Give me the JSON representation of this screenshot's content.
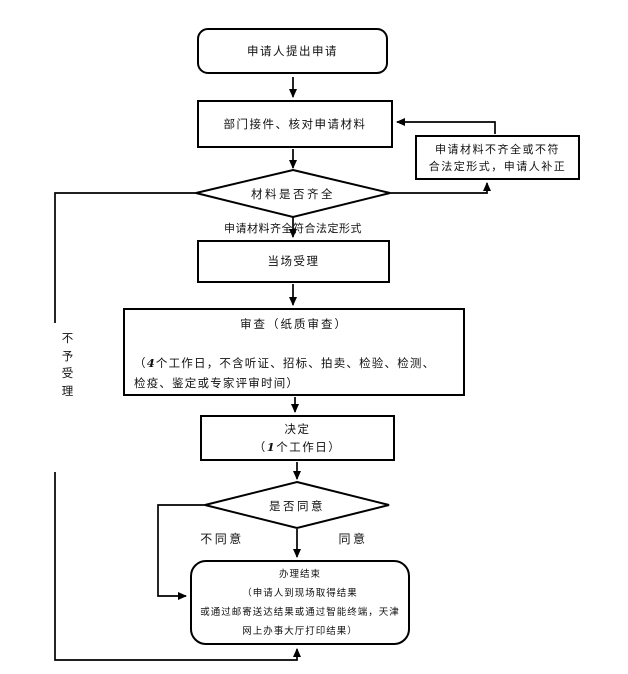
{
  "flowchart": {
    "start": "申请人提出申请",
    "receive": "部门接件、核对申请材料",
    "supplement_line1": "申请材料不齐全或不符",
    "supplement_line2": "合法定形式，申请人补正",
    "decision_materials": "材料是否齐全",
    "complete_label": "申请材料齐全符合法定形式",
    "accept": "当场受理",
    "review_title": "审查（纸质审查）",
    "review_note_pre": "（",
    "review_note_num": "4",
    "review_note_line1_rest": "个工作日，不含听证、招标、拍卖、检验、检测、",
    "review_note_line2": "检疫、鉴定或专家评审时间）",
    "decide_title": "决定",
    "decide_sub_pre": "（",
    "decide_sub_num": "1",
    "decide_sub_rest": "个工作日）",
    "decision_agree": "是否同意",
    "label_disagree": "不同意",
    "label_agree": "同意",
    "label_reject": "不予受理",
    "end_line1": "办理结束",
    "end_line2": "（申请人到现场取得结果",
    "end_line3": "或通过邮寄送达结果或通过智能终端，天津",
    "end_line4": "网上办事大厅打印结果）"
  },
  "colors": {
    "line": "#000000",
    "text": "#111111",
    "background": "#ffffff"
  }
}
